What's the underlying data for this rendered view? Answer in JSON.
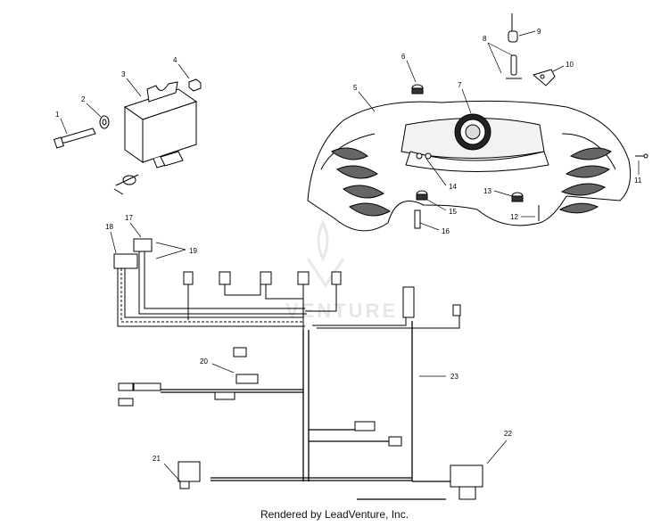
{
  "callouts": [
    "1",
    "2",
    "3",
    "4",
    "5",
    "6",
    "7",
    "8",
    "9",
    "10",
    "11",
    "12",
    "13",
    "14",
    "15",
    "16",
    "17",
    "18",
    "19",
    "20",
    "21",
    "22",
    "23"
  ],
  "watermark": "VENTURE",
  "footer": "Rendered by LeadVenture, Inc.",
  "colors": {
    "line": "#000000",
    "fill_dark": "#222222",
    "fill_light": "#f2f2f2",
    "watermark": "#e6e6e6"
  }
}
